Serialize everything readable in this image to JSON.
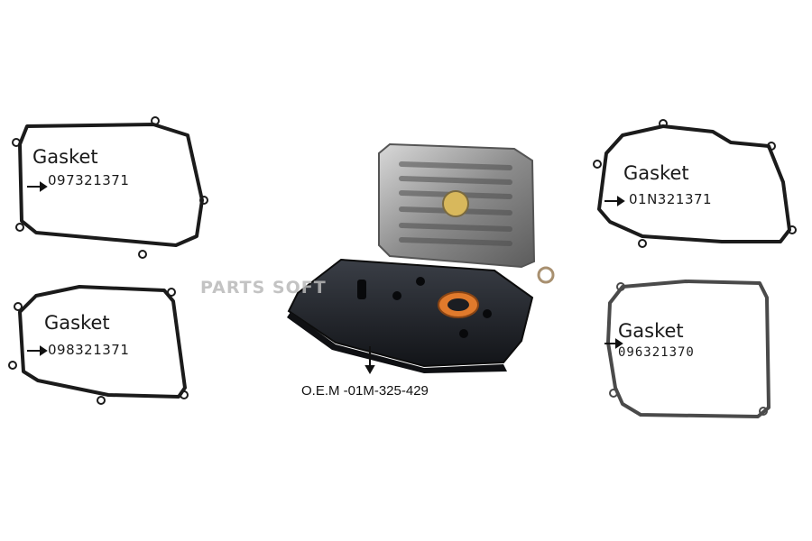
{
  "watermark": "PARTS SOFT",
  "gaskets": [
    {
      "title": "Gasket",
      "part_number": "097321371"
    },
    {
      "title": "Gasket",
      "part_number": "098321371"
    },
    {
      "title": "Gasket",
      "part_number": "01N321371"
    },
    {
      "title": "Gasket",
      "part_number": "096321370"
    }
  ],
  "filter": {
    "oem_label": "O.E.M -01M-325-429"
  },
  "colors": {
    "gasket_dark": "#1b1b1b",
    "gasket_gray": "#4a4a4a",
    "filter_metal": "#9a9a9a",
    "filter_dark": "#1f2228",
    "seal_orange": "#e07a2c"
  }
}
